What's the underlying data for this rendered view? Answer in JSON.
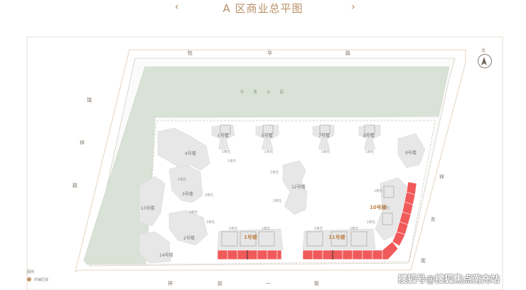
{
  "title": "A 区商业总平图",
  "nav": {
    "prev": "‹",
    "next": "›"
  },
  "compass": {
    "label": "北"
  },
  "roads": {
    "north": [
      "牧",
      "华",
      "路"
    ],
    "west": [
      "瑞",
      "祥",
      "路"
    ],
    "east": [
      "祥",
      "东",
      "街"
    ],
    "south": [
      "祥",
      "前",
      "一",
      "街"
    ]
  },
  "park_label": "市 政 公 园",
  "buildings": {
    "b1": "1号楼",
    "b2": "2号楼",
    "b3": "3号楼",
    "b4": "4号楼",
    "b5": "5号楼",
    "b6": "6号楼",
    "b7": "7号楼",
    "b8": "8号楼",
    "b9": "9号楼",
    "b10": "10号楼",
    "b11": "11号楼",
    "b12": "12号楼",
    "b13": "13号楼",
    "b14": "14号楼"
  },
  "units": {
    "u1": "1单元",
    "u2": "2单元",
    "u3": "1单元",
    "u4": "1单元",
    "u5": "1单元",
    "u6": "1单元",
    "u7": "1单元",
    "u8": "1单元",
    "u9": "1单元",
    "u10": "2单元",
    "u11": "1单元",
    "u12": "2单元",
    "u13": "1单元",
    "u14": "1单元",
    "u15": "2单元",
    "u16": "1单元",
    "u17": "2单元",
    "u18": "1单元"
  },
  "legend": {
    "title": "图例",
    "item": "商铺区域"
  },
  "watermark": "搜狐号@搜狐焦点南充站",
  "colors": {
    "accent": "#c69466",
    "shop": "#f15a5a",
    "park": "#d9e2d6"
  }
}
